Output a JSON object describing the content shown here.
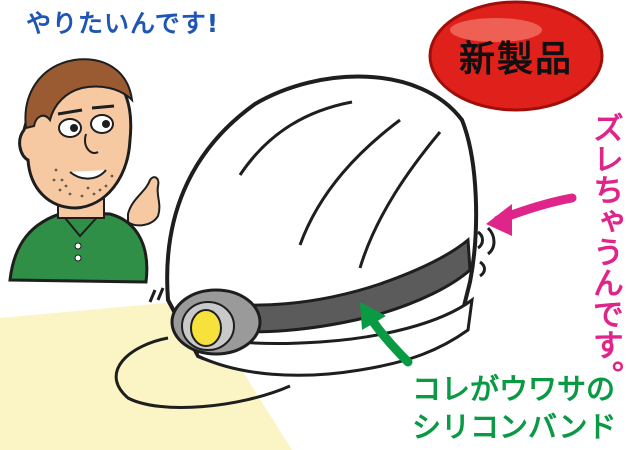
{
  "speech_caption": "やりたいんです!",
  "badge": {
    "text": "新製品",
    "color": "#e0201a"
  },
  "side_caption": "ズレちゃうんです。",
  "band_caption": {
    "line1": "コレがウワサの",
    "line2": "シリコンバンド"
  },
  "colors": {
    "caption_blue": "#1f56b6",
    "caption_pink": "#e0258a",
    "caption_green": "#0a9a43",
    "shirt_green": "#2f8f46",
    "skin": "#f6c9a3",
    "hair": "#9a5a32",
    "lamp_yellow": "#f6e23a",
    "light_beam": "#fbf4c4",
    "band_gray": "#5b5b5b"
  }
}
